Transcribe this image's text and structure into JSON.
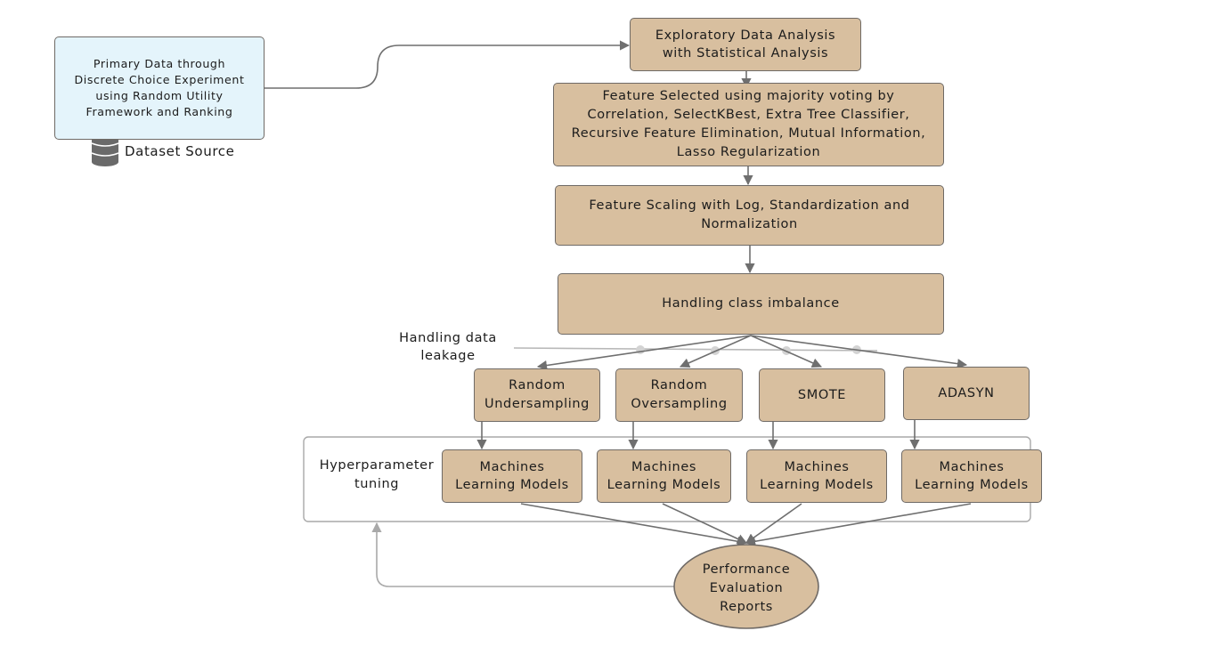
{
  "source": {
    "text": "Primary Data through Discrete Choice Experiment using Random Utility Framework and Ranking",
    "caption": "Dataset Source",
    "icon": "database-icon"
  },
  "steps": {
    "eda": "Exploratory Data Analysis with Statistical Analysis",
    "feature_selection": "Feature Selected using majority voting by Correlation, SelectKBest, Extra Tree Classifier, Recursive Feature Elimination, Mutual Information, Lasso Regularization",
    "feature_scaling": "Feature Scaling with Log, Standardization and Normalization",
    "class_imbalance": "Handling class imbalance"
  },
  "leakage_label": "Handling data leakage",
  "sampling": [
    "Random Undersampling",
    "Random Oversampling",
    "SMOTE",
    "ADASYN"
  ],
  "tuning_label": "Hyperparameter tuning",
  "models": [
    "Machines Learning Models",
    "Machines Learning Models",
    "Machines Learning Models",
    "Machines Learning Models"
  ],
  "report": "Performance Evaluation Reports",
  "colors": {
    "box_fill": "#d8bf9f",
    "box_border": "#6f6a66",
    "source_fill": "#e4f4fb",
    "arrow": "#6f6f6f",
    "leak_line": "#b8b8b8"
  }
}
